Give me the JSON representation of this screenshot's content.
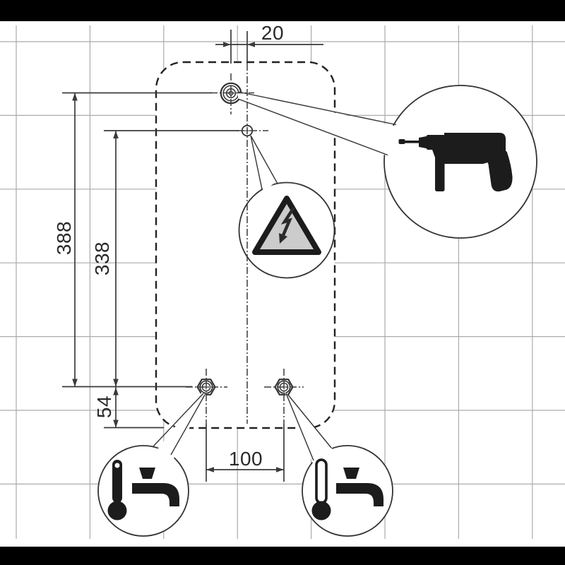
{
  "window": {
    "letterbox_color": "#000000",
    "background_color": "#ffffff"
  },
  "diagram": {
    "type": "installation-drilling-template",
    "dimensions_mm": {
      "top_hole_offset": "20",
      "total_height": "388",
      "inner_height": "338",
      "bottom_offset": "54",
      "tap_spacing": "100"
    },
    "callouts": {
      "drill": "drill-icon",
      "electrical": "electrical-hazard-warning-icon",
      "hot_water": "hot-water-tap-with-thermometer-icon",
      "cold_water": "cold-water-tap-with-thermometer-icon"
    },
    "colors": {
      "grid": "#ababab",
      "line": "#3a3a3a",
      "outline": "#222222",
      "warning_fill": "#cccccc",
      "icon_fill": "#1c1c1c"
    }
  }
}
